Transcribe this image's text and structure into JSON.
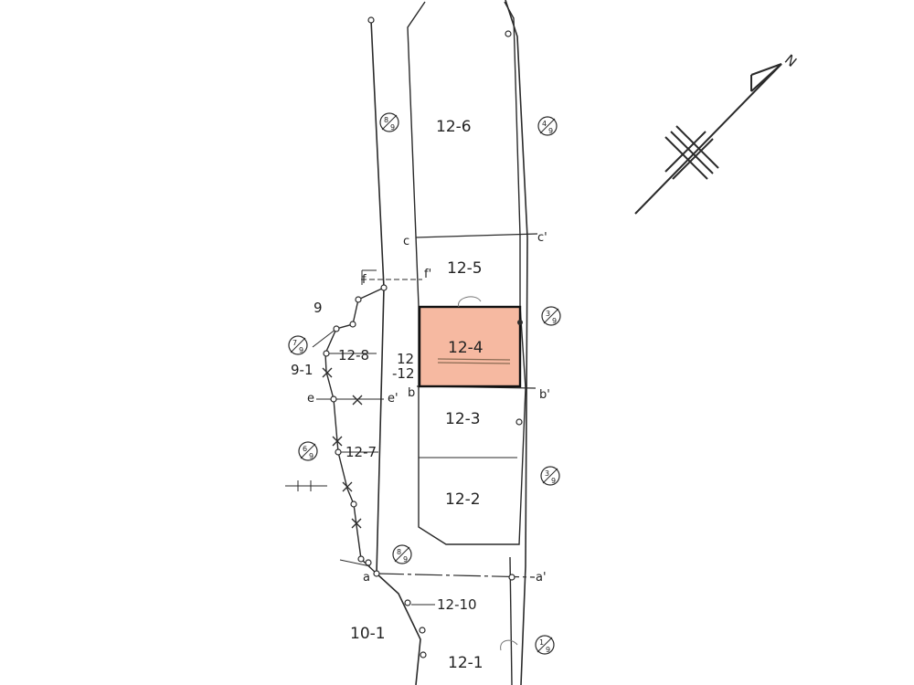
{
  "colors": {
    "line": "#2a2a2a",
    "highlight_fill": "#f6b9a1",
    "highlight_stroke": "#111111",
    "underline": "#8a6a52"
  },
  "parcels": {
    "p12_6": "12-6",
    "p12_5": "12-5",
    "p12_4": "12-4",
    "p12_3": "12-3",
    "p12_2": "12-2",
    "p12_1": "12-1",
    "p12_8": "12-8",
    "p12_7": "12-7",
    "p12_10": "12-10",
    "p12_12_top": "12",
    "p12_12_bot": "-12",
    "p9": "9",
    "p9_1": "9-1",
    "p10_1": "10-1"
  },
  "points": {
    "a": "a",
    "a_prime": "a'",
    "b": "b",
    "b_prime": "b'",
    "c": "c",
    "c_prime": "c'",
    "e": "e",
    "e_prime": "e'",
    "f": "f",
    "f_prime": "f'"
  },
  "sheets": {
    "s8_9": {
      "num": "8",
      "den": "9"
    },
    "s4_9": {
      "num": "4",
      "den": "9"
    },
    "s3_9": {
      "num": "3",
      "den": "9"
    },
    "s7_9": {
      "num": "7",
      "den": "9"
    },
    "s6_9": {
      "num": "6",
      "den": "9"
    },
    "s3_9b": {
      "num": "3",
      "den": "9"
    },
    "s8_9b": {
      "num": "8",
      "den": "9"
    },
    "s1_9": {
      "num": "1",
      "den": "9"
    }
  },
  "north_arrow": {
    "symbol": "N"
  }
}
